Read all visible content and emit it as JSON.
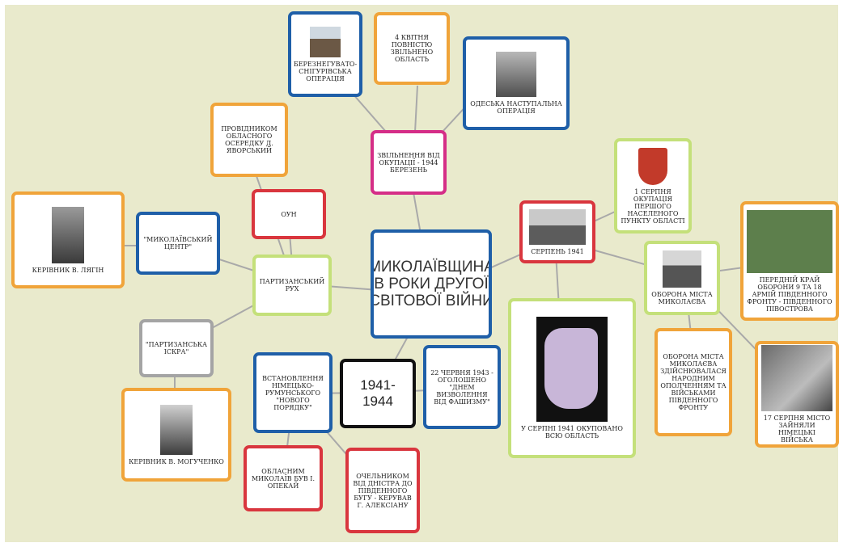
{
  "title": "МИКОЛАЇВЩИНА В РОКИ ДРУГОЇ СВІТОВОЇ ВІЙНИ",
  "year_range": "1941-1944",
  "nodes": {
    "bereznegu": "БЕРЕЗНЕГУВАТО-СНІГУРІВСЬКА ОПЕРАЦІЯ",
    "april4": "4 КВІТНЯ ПОВНІСТЮ ЗВІЛЬНЕНО ОБЛАСТЬ",
    "odesa": "ОДЕСЬКА НАСТУПАЛЬНА ОПЕРАЦІЯ",
    "liberation": "ЗВІЛЬНЕННЯ ВІД ОКУПАЦІЇ - 1944 БЕРЕЗЕНЬ",
    "leader_yavorsky": "ПРОВІДНИКОМ ОБЛАСНОГО ОСЕРЕДКУ Д. ЯВОРСЬКИЙ",
    "oun": "ОУН",
    "emblem": "1 СЕРПНЯ ОКУПАЦІЯ ПЕРШОГО НАСЕЛЕНОГО ПУНКТУ ОБЛАСТІ",
    "serpen1941": "СЕРПЕНЬ 1941",
    "battle_map": "ПЕРЕДНІЙ КРАЙ ОБОРОНИ 9 ТА 18 АРМІЙ ПІВДЕННОГО ФРОНТУ - ПІВДЕННОГО ПІВОСТРОВА",
    "kerivnyk_lyagin": "КЕРІВНИК В. ЛЯГІН",
    "centre": "\"МИКОЛАЇВСЬКИЙ ЦЕНТР\"",
    "partisan": "ПАРТИЗАНСЬКИЙ РУХ",
    "defense_mykolaiv": "ОБОРОНА МІСТА МИКОЛАЄВА",
    "spark": "\"ПАРТИЗАНСЬКА ІСКРА\"",
    "june1943": "22 ЧЕРВНЯ 1943 - ОГОЛОШЕНО \"ДНЕМ ВИЗВОЛЕННЯ ВІД ФАШИЗМУ\"",
    "new_order": "ВСТАНОВЛЕННЯ НІМЕЦЬКО-РУМУНСЬКОГО \"НОВОГО ПОРЯДКУ\"",
    "region_map": "У СЕРПНІ 1941 ОКУПОВАНО ВСЮ ОБЛАСТЬ",
    "defense_detail": "ОБОРОНА МІСТА МИКОЛАЄВА ЗДІЙСНЮВАЛАСЯ НАРОДНИМ ОПОЛЧЕННЯМ ТА ВІЙСЬКАМИ ПІВДЕННОГО ФРОНТУ",
    "bridge": "17 СЕРПНЯ МІСТО ЗАЙНЯЛИ НІМЕЦЬКІ ВІЙСЬКА",
    "kerivnyk_moguchenko": "КЕРІВНИК В. МОГУЧЕНКО",
    "red_left": "ОБЛАСНИМ МИКОЛАЇВ БУВ І. ОПЕКАЙ",
    "red_right": "ОЧЕЛЬНИКОМ ВІД ДНІСТРА ДО ПІВДЕННОГО БУГУ - КЕРУВАВ Г. АЛЕКСІАНУ"
  }
}
